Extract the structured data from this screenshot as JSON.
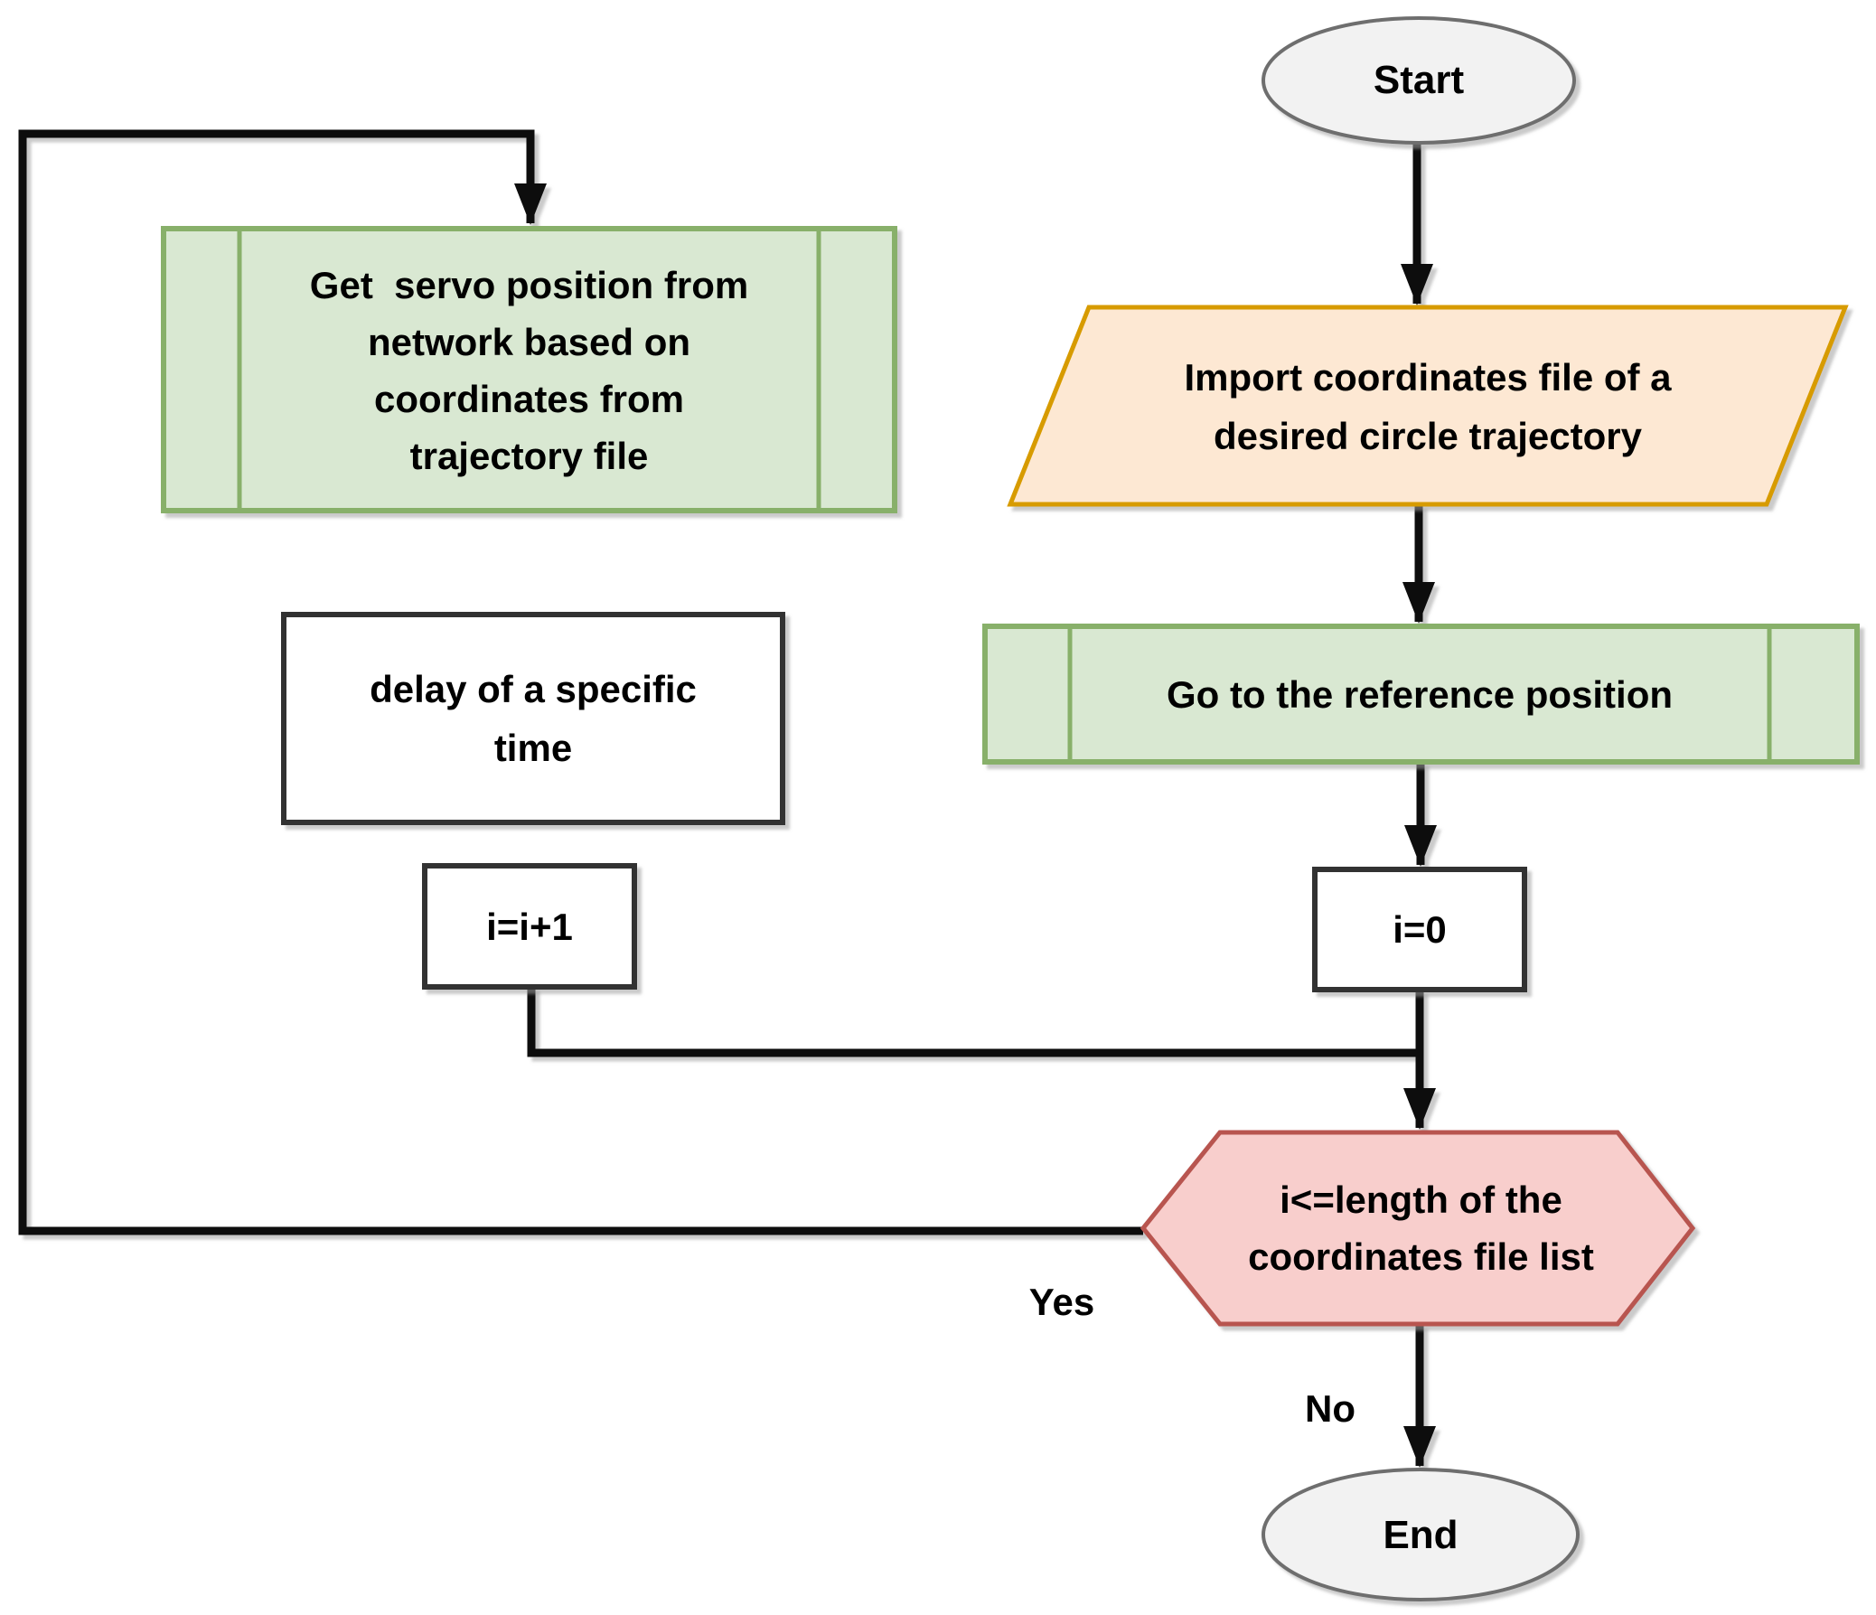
{
  "diagram": {
    "type": "flowchart",
    "nodes": {
      "start": {
        "type": "terminator",
        "label": "Start"
      },
      "import_coords": {
        "type": "data-parallelogram",
        "label": "Import coordinates file of a\ndesired circle trajectory"
      },
      "goto_reference": {
        "type": "predefined-process",
        "label": "Go to the reference position"
      },
      "init_i": {
        "type": "process",
        "label": "i=0"
      },
      "loop_condition": {
        "type": "decision-hexagon",
        "label": "i<=length of the\ncoordinates file list"
      },
      "get_servo": {
        "type": "predefined-process",
        "label": "Get  servo position from\nnetwork based on\ncoordinates from\ntrajectory file"
      },
      "delay": {
        "type": "process",
        "label": "delay of a specific\ntime"
      },
      "increment_i": {
        "type": "process",
        "label": "i=i+1"
      },
      "end": {
        "type": "terminator",
        "label": "End"
      }
    },
    "edges": {
      "yes_branch_label": "Yes",
      "no_branch_label": "No"
    },
    "colors": {
      "terminator_fill": "#f2f2f2",
      "terminator_stroke": "#6e6e6e",
      "data_fill": "#fde8d3",
      "data_stroke": "#d79b00",
      "predefined_fill": "#d9e8d2",
      "predefined_stroke": "#88b06a",
      "decision_fill": "#f8cecc",
      "decision_stroke": "#b85450",
      "process_fill": "#ffffff",
      "process_stroke": "#333333",
      "connector": "#0d0d0d"
    }
  }
}
